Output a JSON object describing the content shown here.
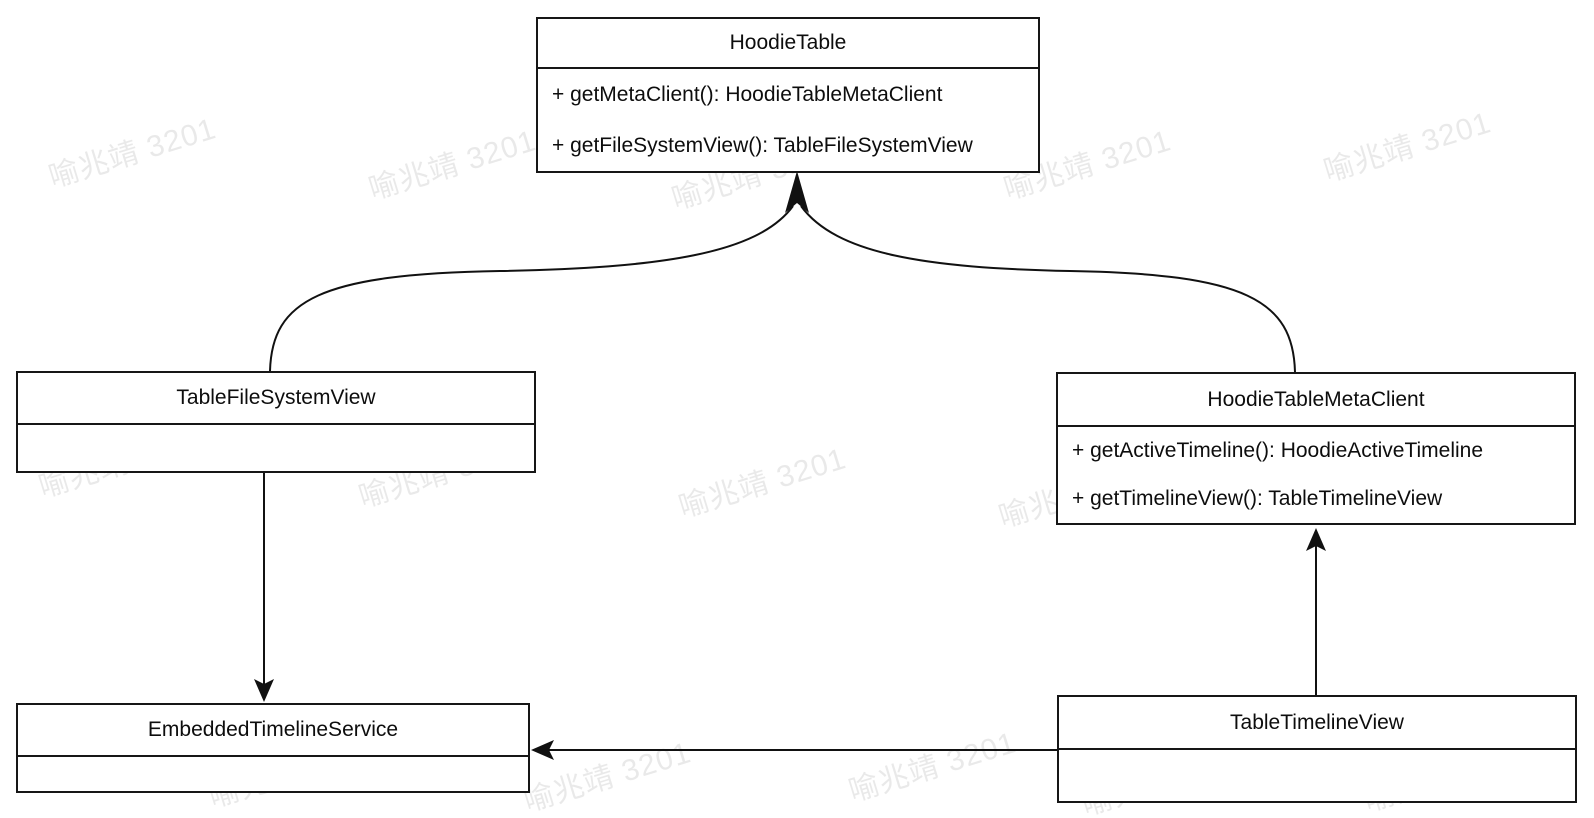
{
  "diagram": {
    "type": "uml-class-diagram",
    "colors": {
      "stroke": "#111111",
      "fill": "#ffffff",
      "watermark": "#e8e8e8"
    },
    "watermark": {
      "text": "喻兆靖 3201"
    },
    "classes": {
      "hoodieTable": {
        "name": "HoodieTable",
        "methods": [
          "+ getMetaClient(): HoodieTableMetaClient",
          "+ getFileSystemView(): TableFileSystemView"
        ]
      },
      "tableFileSystemView": {
        "name": "TableFileSystemView",
        "methods": []
      },
      "hoodieTableMetaClient": {
        "name": "HoodieTableMetaClient",
        "methods": [
          "+ getActiveTimeline(): HoodieActiveTimeline",
          "+ getTimelineView(): TableTimelineView"
        ]
      },
      "embeddedTimelineService": {
        "name": "EmbeddedTimelineService",
        "methods": []
      },
      "tableTimelineView": {
        "name": "TableTimelineView",
        "methods": []
      }
    },
    "relations": [
      {
        "from": "TableFileSystemView",
        "to": "HoodieTable",
        "style": "curved",
        "arrowhead": "filled-triangle"
      },
      {
        "from": "HoodieTableMetaClient",
        "to": "HoodieTable",
        "style": "curved",
        "arrowhead": "filled-triangle"
      },
      {
        "from": "TableFileSystemView",
        "to": "EmbeddedTimelineService",
        "style": "straight-vertical",
        "arrowhead": "filled-triangle"
      },
      {
        "from": "TableTimelineView",
        "to": "HoodieTableMetaClient",
        "style": "straight-vertical",
        "arrowhead": "filled-triangle"
      },
      {
        "from": "TableTimelineView",
        "to": "EmbeddedTimelineService",
        "style": "straight-horizontal",
        "arrowhead": "filled-triangle"
      }
    ]
  }
}
